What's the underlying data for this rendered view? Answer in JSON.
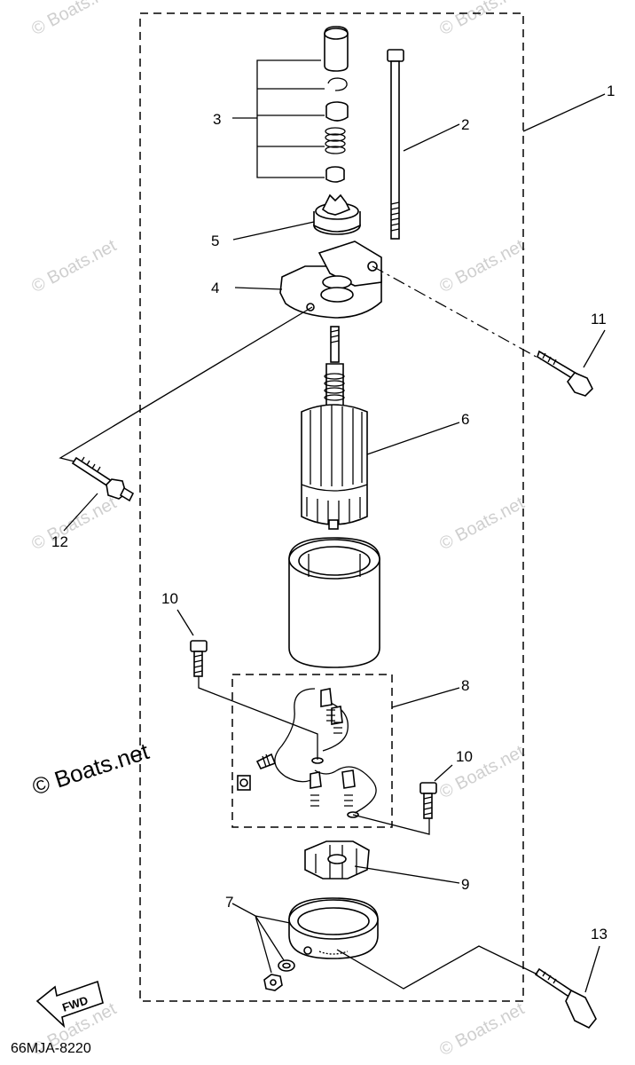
{
  "callouts": {
    "n1": "1",
    "n2": "2",
    "n3": "3",
    "n4": "4",
    "n5": "5",
    "n6": "6",
    "n7": "7",
    "n8": "8",
    "n9": "9",
    "n10a": "10",
    "n10b": "10",
    "n11": "11",
    "n12": "12",
    "n13": "13"
  },
  "fwd_label": "FWD",
  "diagram_code": "66MJA-8220",
  "watermark": "© Boats.net",
  "watermark_small": "© Boats.net",
  "colors": {
    "line": "#000000",
    "watermark": "#cfcfcf",
    "background": "#ffffff"
  }
}
